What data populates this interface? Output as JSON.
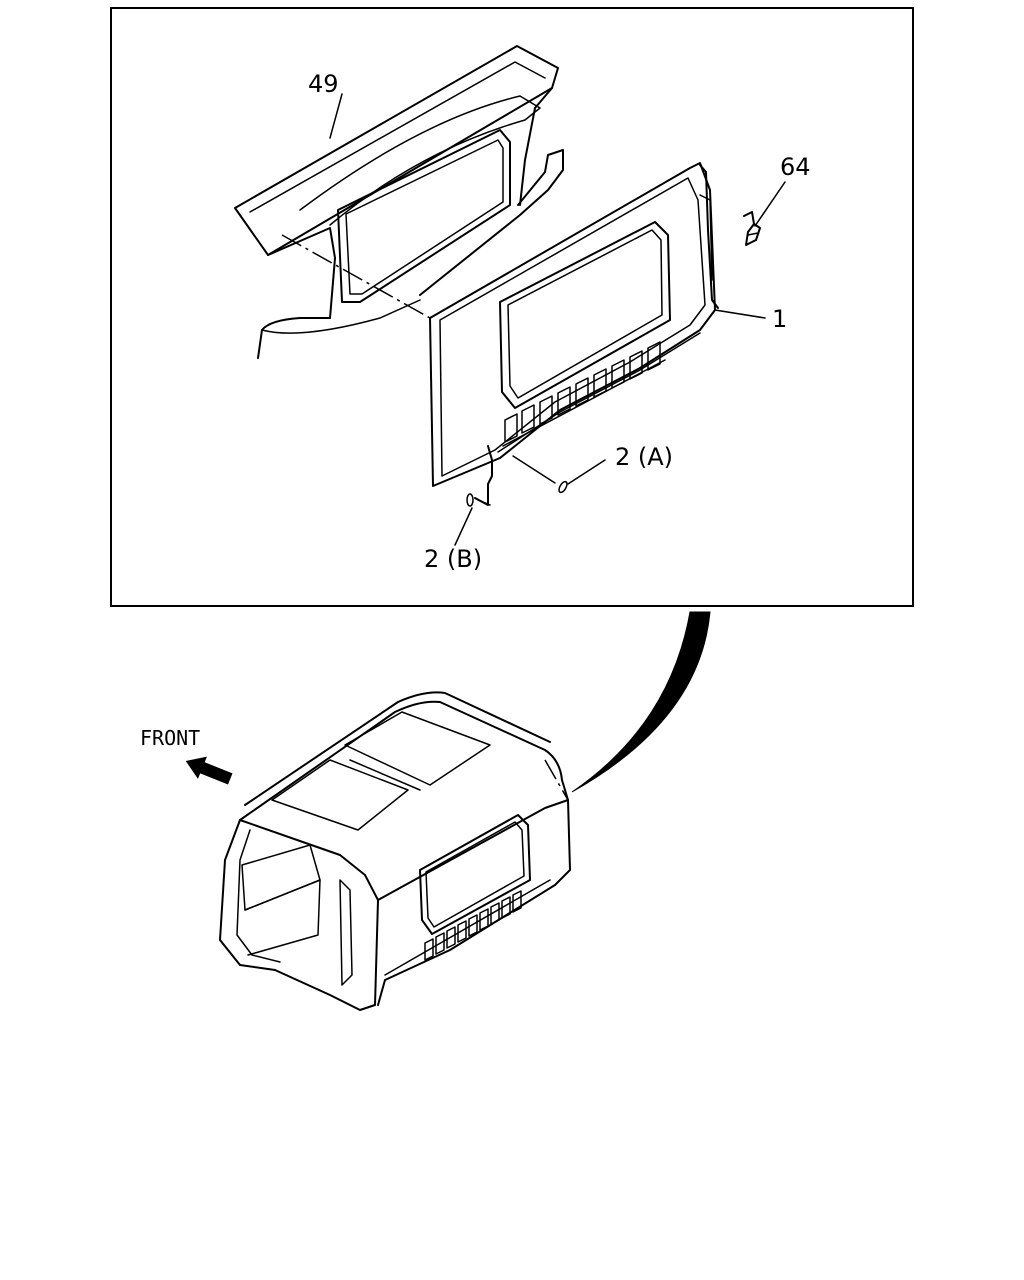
{
  "callouts": {
    "roof_panel": "49",
    "clip": "64",
    "back_panel": "1",
    "plug_a": "2 (A)",
    "plug_b": "2 (B)"
  },
  "orientation": {
    "label": "FRONT"
  }
}
